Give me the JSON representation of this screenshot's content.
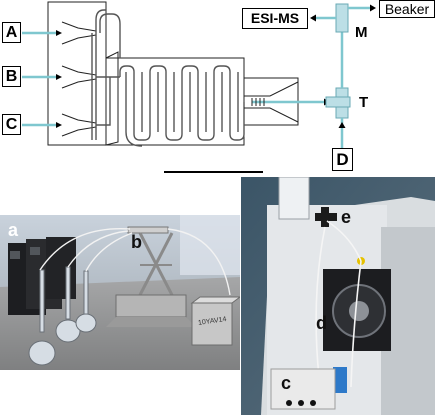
{
  "schematic": {
    "inlets": [
      "A",
      "B",
      "C"
    ],
    "outlet_label": "D",
    "junction_labels": [
      "M",
      "T"
    ],
    "destinations": [
      "ESI-MS",
      "Beaker"
    ]
  },
  "photos": {
    "left": {
      "labels": [
        "a",
        "b"
      ],
      "vial_text": "10YAV14"
    },
    "right": {
      "labels": [
        "e",
        "d",
        "c"
      ]
    }
  }
}
